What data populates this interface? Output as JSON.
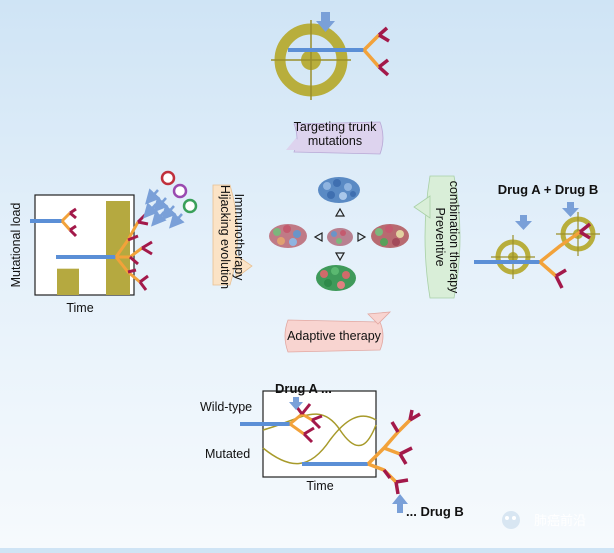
{
  "labels": {
    "trunk": [
      "Targeting trunk",
      "mutations"
    ],
    "immuno": [
      "Hijacking evolution",
      "Immunotherapy"
    ],
    "preventive": [
      "Preventive",
      "combination therapy"
    ],
    "adaptive": "Adaptive therapy",
    "mutational_load": "Mutational load",
    "time_left": "Time",
    "time_bottom": "Time",
    "drug_ab": "Drug A + Drug B",
    "drug_a": "Drug A ...",
    "drug_b": "... Drug B",
    "wild_type": "Wild-type",
    "mutated": "Mutated",
    "watermark": "肺癌前沿"
  },
  "colors": {
    "trunk_blue": "#5b8fd6",
    "branch_orange": "#f2a23a",
    "tip_crimson": "#a3194a",
    "target_olive": "#b8ae3c",
    "arrow_blue": "#7aa0d8",
    "bar_olive": "#b5a940"
  },
  "bar_heights": [
    0.28,
    1.0
  ]
}
